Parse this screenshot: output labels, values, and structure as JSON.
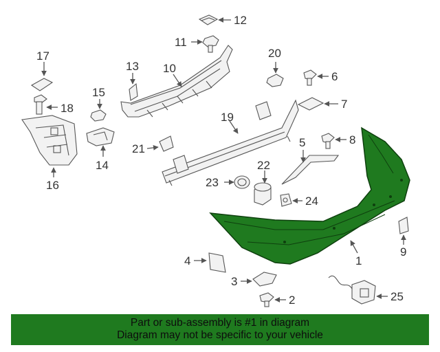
{
  "callouts": {
    "c1": "1",
    "c2": "2",
    "c3": "3",
    "c4": "4",
    "c5": "5",
    "c6": "6",
    "c7": "7",
    "c8": "8",
    "c9": "9",
    "c10": "10",
    "c11": "11",
    "c12": "12",
    "c13": "13",
    "c14": "14",
    "c15": "15",
    "c16": "16",
    "c17": "17",
    "c18": "18",
    "c19": "19",
    "c20": "20",
    "c21": "21",
    "c22": "22",
    "c23": "23",
    "c24": "24",
    "c25": "25"
  },
  "highlighted_part": "1",
  "colors": {
    "highlight": "#1f7a1f",
    "line": "#555555",
    "footer_bg": "#1f7a1f"
  },
  "footer": {
    "line1": "Part or sub-assembly is #1 in diagram",
    "line2": "Diagram may not be specific to your vehicle"
  }
}
